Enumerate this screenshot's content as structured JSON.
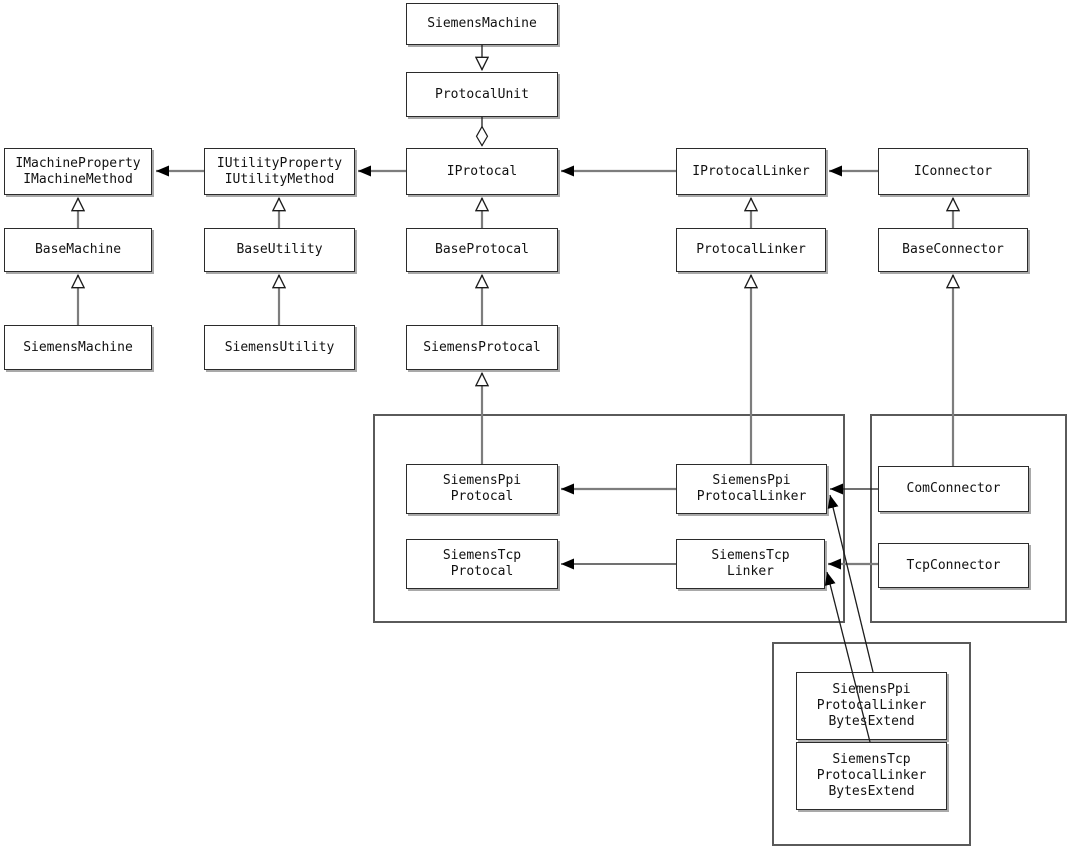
{
  "diagram": {
    "kind": "uml-class-diagram",
    "colors": {
      "background": "#ffffff",
      "box_border": "#2b2b2b",
      "box_shadow": "#a9a9a9",
      "group_border": "#5a5a5a",
      "line_gray": "#7d7d7d",
      "line_black": "#1c1c1c",
      "arrowhead_fill": "#000000"
    },
    "nodes": {
      "siemens_machine_unit": {
        "label": "SiemensMachine"
      },
      "protocal_unit": {
        "label": "ProtocalUnit"
      },
      "imachine_interface": {
        "line1": "IMachineProperty",
        "line2": "IMachineMethod"
      },
      "iutility_interface": {
        "line1": "IUtilityProperty",
        "line2": "IUtilityMethod"
      },
      "iprotocal": {
        "label": "IProtocal"
      },
      "iprotocal_linker": {
        "label": "IProtocalLinker"
      },
      "iconnector": {
        "label": "IConnector"
      },
      "base_machine": {
        "label": "BaseMachine"
      },
      "base_utility": {
        "label": "BaseUtility"
      },
      "base_protocal": {
        "label": "BaseProtocal"
      },
      "protocal_linker": {
        "label": "ProtocalLinker"
      },
      "base_connector": {
        "label": "BaseConnector"
      },
      "siemens_machine": {
        "label": "SiemensMachine"
      },
      "siemens_utility": {
        "label": "SiemensUtility"
      },
      "siemens_protocal": {
        "label": "SiemensProtocal"
      },
      "siemens_ppi_protocal": {
        "line1": "SiemensPpi",
        "line2": "Protocal"
      },
      "siemens_ppi_protocal_linker": {
        "line1": "SiemensPpi",
        "line2": "ProtocalLinker"
      },
      "siemens_tcp_protocal": {
        "line1": "SiemensTcp",
        "line2": "Protocal"
      },
      "siemens_tcp_linker": {
        "line1": "SiemensTcp",
        "line2": "Linker"
      },
      "com_connector": {
        "label": "ComConnector"
      },
      "tcp_connector": {
        "label": "TcpConnector"
      },
      "siemens_ppi_protocal_linker_bytes_extend": {
        "line1": "SiemensPpi",
        "line2": "ProtocalLinker",
        "line3": "BytesExtend"
      },
      "siemens_tcp_protocal_linker_bytes_extend": {
        "line1": "SiemensTcp",
        "line2": "ProtocalLinker",
        "line3": "BytesExtend"
      }
    },
    "edges": [
      {
        "from": "siemens_machine_unit",
        "to": "protocal_unit",
        "type": "generalization-hollow-arrow-down"
      },
      {
        "from": "protocal_unit",
        "to": "iprotocal",
        "type": "aggregation-hollow-diamond-down"
      },
      {
        "from": "iutility_interface",
        "to": "imachine_interface",
        "type": "association-solid-arrow"
      },
      {
        "from": "iprotocal",
        "to": "iutility_interface",
        "type": "association-solid-arrow"
      },
      {
        "from": "iprotocal_linker",
        "to": "iprotocal",
        "type": "association-solid-arrow"
      },
      {
        "from": "iconnector",
        "to": "iprotocal_linker",
        "type": "association-solid-arrow"
      },
      {
        "from": "base_machine",
        "to": "imachine_interface",
        "type": "generalization"
      },
      {
        "from": "siemens_machine",
        "to": "base_machine",
        "type": "generalization"
      },
      {
        "from": "base_utility",
        "to": "iutility_interface",
        "type": "generalization"
      },
      {
        "from": "siemens_utility",
        "to": "base_utility",
        "type": "generalization"
      },
      {
        "from": "base_protocal",
        "to": "iprotocal",
        "type": "generalization"
      },
      {
        "from": "siemens_protocal",
        "to": "base_protocal",
        "type": "generalization"
      },
      {
        "from": "protocal_linker",
        "to": "iprotocal_linker",
        "type": "generalization"
      },
      {
        "from": "base_connector",
        "to": "iconnector",
        "type": "generalization"
      },
      {
        "from": "siemens_ppi_protocal",
        "to": "siemens_protocal",
        "type": "generalization"
      },
      {
        "from": "siemens_ppi_protocal_linker",
        "to": "protocal_linker",
        "type": "generalization"
      },
      {
        "from": "com_connector",
        "to": "base_connector",
        "type": "generalization"
      },
      {
        "from": "siemens_ppi_protocal_linker",
        "to": "siemens_ppi_protocal",
        "type": "association-solid-arrow"
      },
      {
        "from": "siemens_tcp_linker",
        "to": "siemens_tcp_protocal",
        "type": "association-solid-arrow"
      },
      {
        "from": "com_connector",
        "to": "siemens_ppi_protocal_linker",
        "type": "association-solid-arrow"
      },
      {
        "from": "tcp_connector",
        "to": "siemens_tcp_linker",
        "type": "association-solid-arrow"
      },
      {
        "from": "siemens_ppi_protocal_linker_bytes_extend",
        "to": "siemens_ppi_protocal_linker",
        "type": "association-solid-arrow"
      },
      {
        "from": "siemens_tcp_protocal_linker_bytes_extend",
        "to": "siemens_tcp_linker",
        "type": "association-solid-arrow"
      }
    ]
  }
}
